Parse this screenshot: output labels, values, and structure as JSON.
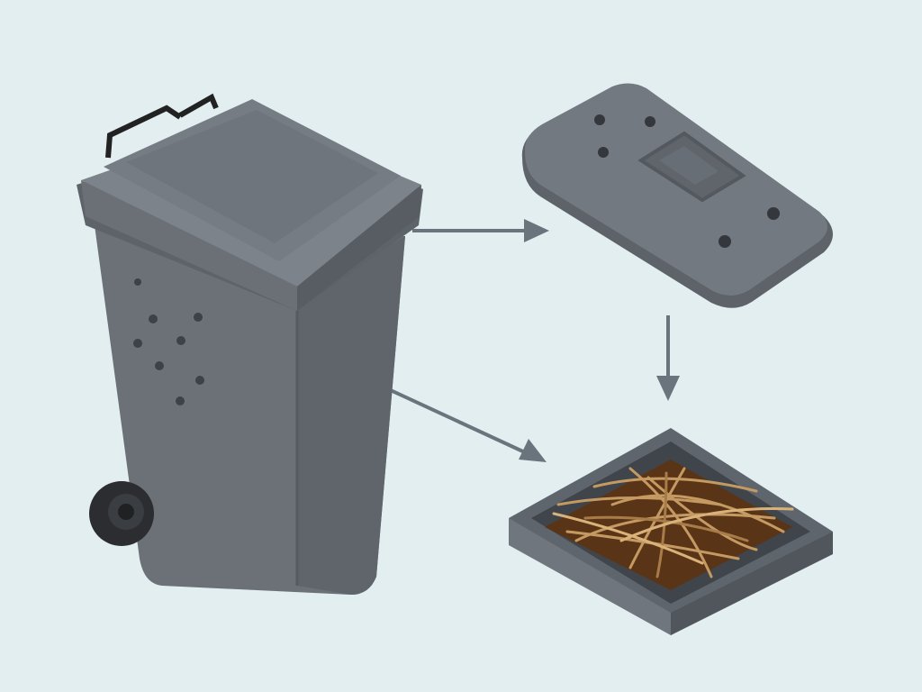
{
  "colors": {
    "background": "#e3eef1",
    "bin_body": "#6b7177",
    "bin_dark": "#4f555b",
    "bin_light": "#7d838a",
    "wheel": "#2b2d30",
    "arrow": "#6a747c",
    "tray": "#5e656c",
    "soil": "#5a3416",
    "straw": "#c49a62"
  },
  "icons": [
    "wheelie-bin",
    "bin-lid",
    "compost-tray",
    "arrow"
  ]
}
